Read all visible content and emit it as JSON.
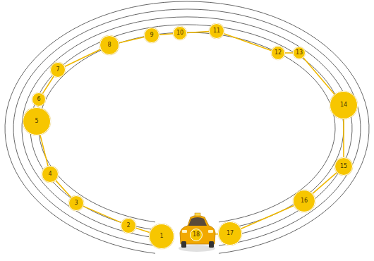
{
  "diagram": {
    "nodes": [
      {
        "text": [
          "1"
        ]
      },
      {
        "text": [
          "2"
        ]
      },
      {
        "text": [
          "3"
        ]
      },
      {
        "text": [
          "4"
        ]
      },
      {
        "text": [
          "5"
        ]
      },
      {
        "text": [
          "6"
        ]
      },
      {
        "text": [
          "7"
        ]
      },
      {
        "text": [
          "8"
        ]
      },
      {
        "text": [
          "9"
        ]
      },
      {
        "text": [
          "10"
        ]
      },
      {
        "text": [
          "11"
        ]
      },
      {
        "text": [
          "12"
        ]
      },
      {
        "text": [
          "13"
        ]
      },
      {
        "text": [
          "14"
        ]
      },
      {
        "text": [
          "15"
        ]
      },
      {
        "text": [
          "16"
        ]
      },
      {
        "text": [
          "17"
        ]
      },
      {
        "text": [
          "18"
        ]
      }
    ],
    "edges": [
      {
        "from": 0,
        "to": 1,
        "arrow": "none"
      },
      {
        "from": 1,
        "to": 2,
        "arrow": "none"
      },
      {
        "from": 2,
        "to": 3,
        "arrow": "none"
      },
      {
        "from": 3,
        "to": 4,
        "arrow": "none"
      },
      {
        "from": 4,
        "to": 5,
        "arrow": "none"
      },
      {
        "from": 5,
        "to": 6,
        "arrow": "none"
      },
      {
        "from": 6,
        "to": 7,
        "arrow": "none"
      },
      {
        "from": 7,
        "to": 8,
        "arrow": "none"
      },
      {
        "from": 8,
        "to": 9,
        "arrow": "none"
      },
      {
        "from": 9,
        "to": 10,
        "arrow": "none"
      },
      {
        "from": 10,
        "to": 11,
        "arrow": "none"
      },
      {
        "from": 11,
        "to": 12,
        "arrow": "none"
      },
      {
        "from": 12,
        "to": 13,
        "arrow": "none"
      },
      {
        "from": 13,
        "to": 14,
        "arrow": "none"
      },
      {
        "from": 14,
        "to": 15,
        "arrow": "none"
      },
      {
        "from": 15,
        "to": 16,
        "arrow": "none"
      },
      {
        "from": 16,
        "to": 17,
        "arrow": "none"
      }
    ]
  }
}
